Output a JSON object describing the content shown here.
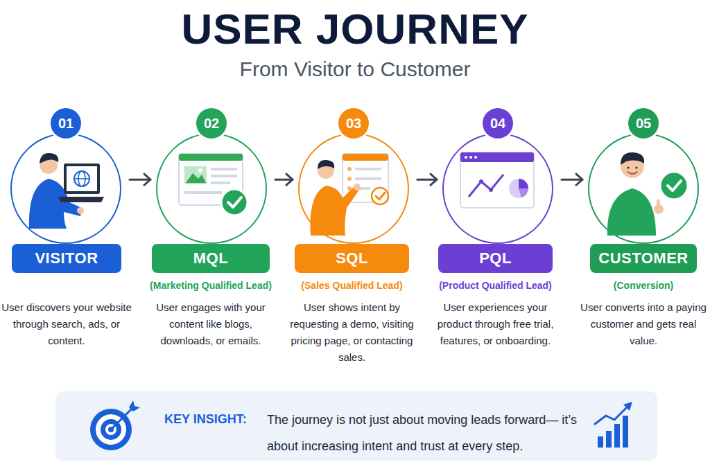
{
  "diagram": {
    "title": "USER JOURNEY",
    "nodes": [
      {
        "text": [
          "01"
        ]
      },
      {
        "text": [
          "02"
        ]
      },
      {
        "text": [
          "03"
        ]
      },
      {
        "text": [
          "04"
        ]
      },
      {
        "text": [
          "05"
        ]
      },
      {
        "text": [
          "VISITOR",
          "User discovers your website through search, ads, or content."
        ]
      },
      {
        "text": [
          "MQL",
          "(Marketing Qualified Lead)",
          "User engages with your content like blogs, downloads, or emails."
        ]
      },
      {
        "text": [
          "SQL",
          "(Sales Qualified Lead)",
          "User shows intent by requesting a demo, visiting pricing page, or contacting sales."
        ]
      },
      {
        "text": [
          "PQL",
          "(Product Qualified Lead)",
          "User experiences your product through free trial, features, or onboarding."
        ]
      },
      {
        "text": [
          "CUSTOMER",
          "(Conversion)",
          "User converts into a paying customer and gets real value."
        ]
      },
      {
        "text": [
          "KEY INSIGHT:",
          "The journey is not just about moving leads forward— it’s about increasing intent and trust at every step."
        ]
      }
    ],
    "edges": [
      {
        "from": 0,
        "to": 1,
        "arrow": "to"
      },
      {
        "from": 1,
        "to": 2,
        "arrow": "to"
      },
      {
        "from": 2,
        "to": 3,
        "arrow": "to"
      },
      {
        "from": 3,
        "to": 4,
        "arrow": "to"
      }
    ],
    "labels": [
      "From Visitor to Customer"
    ]
  }
}
